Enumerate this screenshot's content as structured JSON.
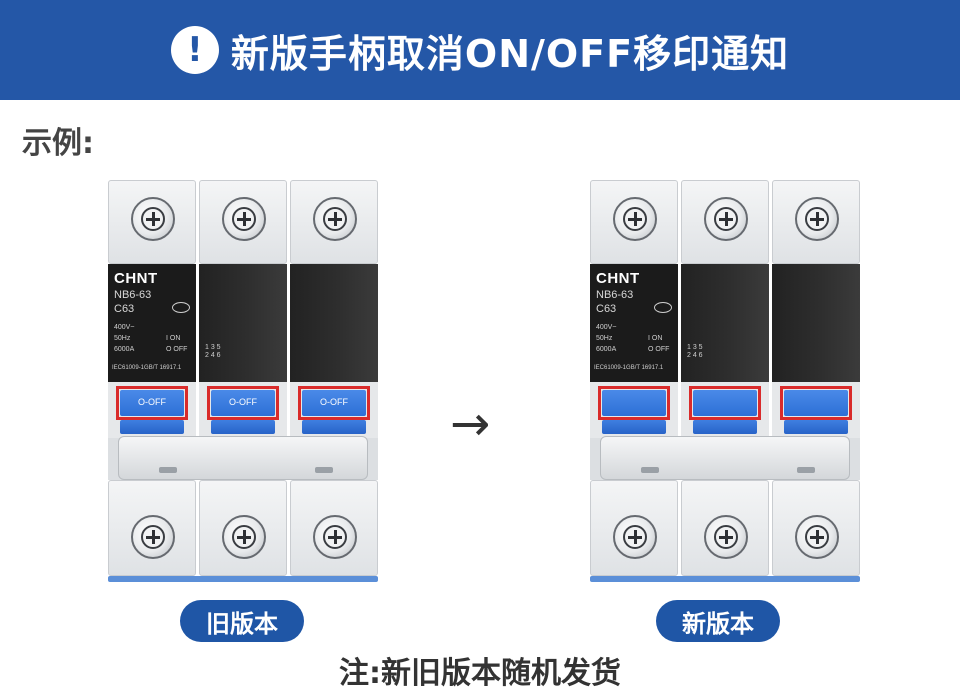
{
  "header": {
    "icon": "exclamation-icon",
    "icon_glyph": "!",
    "title": "新版手柄取消ON/OFF移印通知",
    "background_color": "#2457a7"
  },
  "example_label": "示例:",
  "breakers": {
    "old": {
      "brand": "CHNT",
      "model": "NB6-63",
      "rating": "C63",
      "spec_lines": [
        "400V~",
        "50Hz",
        "6000A"
      ],
      "on_text": "I ON",
      "off_text": "O OFF",
      "standard": "IEC61009-1GB/T 16917.1",
      "terminal_marks": [
        "1 3 5",
        "2 4 6"
      ],
      "toggle_label": "O-OFF",
      "highlight_color": "#d92b2b"
    },
    "new": {
      "brand": "CHNT",
      "model": "NB6-63",
      "rating": "C63",
      "spec_lines": [
        "400V~",
        "50Hz",
        "6000A"
      ],
      "on_text": "I ON",
      "off_text": "O OFF",
      "standard": "IEC61009-1GB/T 16917.1",
      "terminal_marks": [
        "1 3 5",
        "2 4 6"
      ],
      "toggle_label": "",
      "highlight_color": "#d92b2b"
    }
  },
  "arrow_glyph": "→",
  "labels": {
    "old_version": "旧版本",
    "new_version": "新版本"
  },
  "note": "注:新旧版本随机发货"
}
